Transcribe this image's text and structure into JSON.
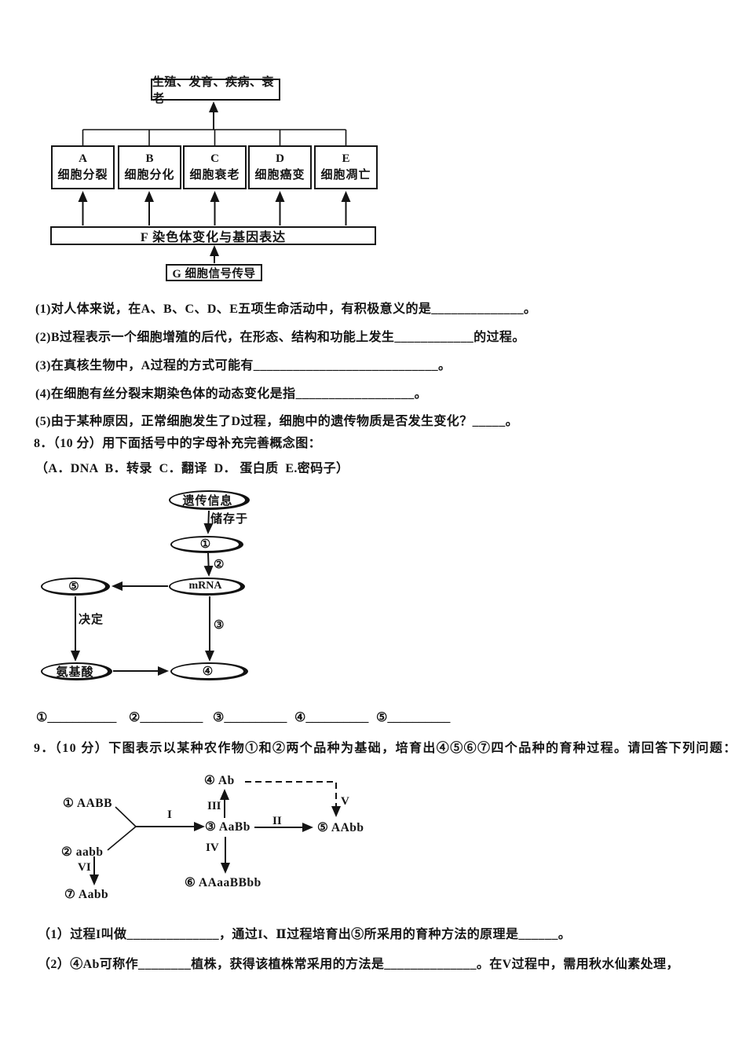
{
  "page": {
    "background": "#ffffff",
    "ink": "#141414"
  },
  "flowchart": {
    "top_box": "生殖、发育、疾病、衰老",
    "boxes": [
      {
        "letter": "A",
        "label": "细胞分裂"
      },
      {
        "letter": "B",
        "label": "细胞分化"
      },
      {
        "letter": "C",
        "label": "细胞衰老"
      },
      {
        "letter": "D",
        "label": "细胞癌变"
      },
      {
        "letter": "E",
        "label": "细胞凋亡"
      }
    ],
    "f_box": "F 染色体变化与基因表达",
    "g_box": "G 细胞信号传导"
  },
  "question7": {
    "subquestions": [
      "(1)对人体来说，在A、B、C、D、E五项生命活动中，有积极意义的是______________。",
      "(2)B过程表示一个细胞增殖的后代，在形态、结构和功能上发生____________的过程。",
      "(3)在真核生物中，A过程的方式可能有____________________________。",
      "(4)在细胞有丝分裂末期染色体的动态变化是指__________________。",
      "(5)由于某种原因，正常细胞发生了D过程，细胞中的遗传物质是否发生变化？_____。"
    ]
  },
  "question8": {
    "stem": "8．（10 分）用下面括号中的字母补充完善概念图：",
    "options": "（A．DNA  B．转录  C．翻译  D． 蛋白质  E.密码子）",
    "concept_map": {
      "node_genetic_info": "遗传信息",
      "node_1": "①",
      "node_mrna": "mRNA",
      "node_5": "⑤",
      "node_amino_acid": "氨基酸",
      "node_4": "④",
      "edge_stored_in": "储存于",
      "edge_2": "②",
      "edge_3": "③",
      "edge_determine": "决定"
    },
    "answer_blanks": [
      "①___________",
      "②__________",
      "③__________",
      "④__________",
      "⑤__________"
    ]
  },
  "question9": {
    "stem": "9．（10 分）下图表示以某种农作物①和②两个品种为基础，培育出④⑤⑥⑦四个品种的育种过程。请回答下列问题：",
    "breeding_diagram": {
      "item_1": "① AABB",
      "item_2": "② aabb",
      "item_3": "③ AaBb",
      "item_4": "④ Ab",
      "item_5": "⑤ AAbb",
      "item_6": "⑥ AAaaBBbb",
      "item_7": "⑦ Aabb",
      "process_I": "I",
      "process_II": "II",
      "process_III": "III",
      "process_IV": "IV",
      "process_V": "V",
      "process_VI": "VI"
    },
    "sub1": "（1）过程I叫做______________，通过I、Ⅱ过程培育出⑤所采用的育种方法的原理是______。",
    "sub2": "（2）④Ab可称作________植株，获得该植株常采用的方法是______________。在V过程中，需用秋水仙素处理，"
  }
}
